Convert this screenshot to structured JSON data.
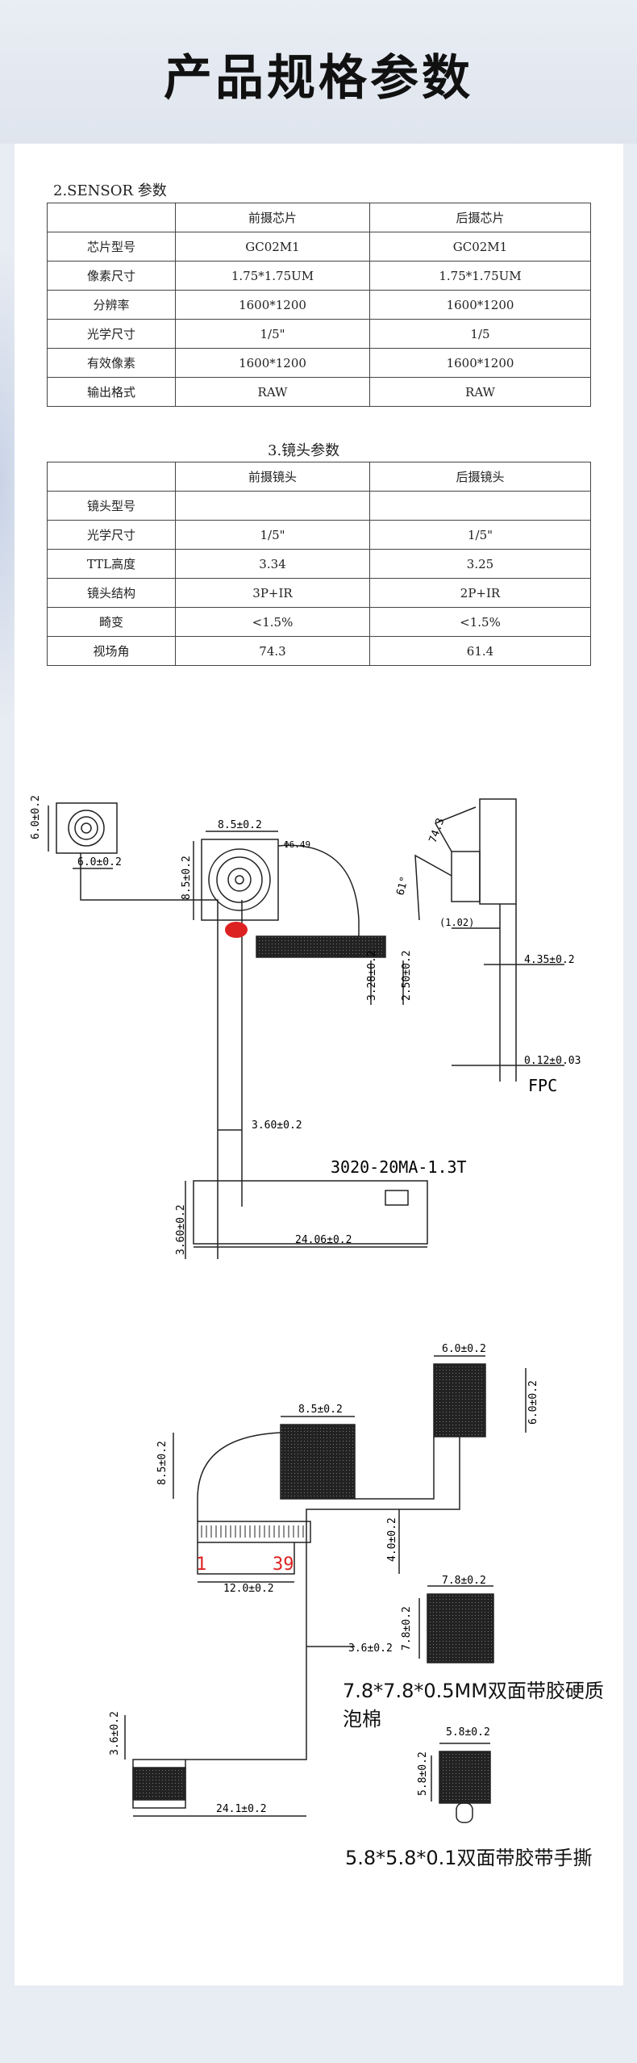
{
  "page": {
    "title": "产品规格参数"
  },
  "sensor": {
    "label": "2.SENSOR 参数",
    "headers": [
      "",
      "前摄芯片",
      "后摄芯片"
    ],
    "rows": [
      [
        "芯片型号",
        "GC02M1",
        "GC02M1"
      ],
      [
        "像素尺寸",
        "1.75*1.75UM",
        "1.75*1.75UM"
      ],
      [
        "分辨率",
        "1600*1200",
        "1600*1200"
      ],
      [
        "光学尺寸",
        "1/5\"",
        "1/5"
      ],
      [
        "有效像素",
        "1600*1200",
        "1600*1200"
      ],
      [
        "输出格式",
        "RAW",
        "RAW"
      ]
    ]
  },
  "lens": {
    "label": "3.镜头参数",
    "headers": [
      "",
      "前摄镜头",
      "后摄镜头"
    ],
    "rows": [
      [
        "镜头型号",
        "",
        ""
      ],
      [
        "光学尺寸",
        "1/5\"",
        "1/5\""
      ],
      [
        "TTL高度",
        "3.34",
        "3.25"
      ],
      [
        "镜头结构",
        "3P+IR",
        "2P+IR"
      ],
      [
        "畸变",
        "<1.5%",
        "<1.5%"
      ],
      [
        "视场角",
        "74.3",
        "61.4"
      ]
    ]
  },
  "drawing1": {
    "dim_6_0": "6.0±0.2",
    "dim_6_0b": "6.0±0.2",
    "dim_8_5": "8.5±0.2",
    "dim_8_5v": "8.5±0.2",
    "dim_phi": "Φ6.49",
    "dim_3_28": "3.28±0.2",
    "dim_2_50": "2.50±0.2",
    "dim_3_60": "3.60±0.2",
    "dim_3_60v": "3.60±0.2",
    "dim_24_06": "24.06±0.2",
    "part_no": "3020-20MA-1.3T",
    "angle_74": "74.3",
    "angle_61": "61°",
    "dim_1_02": "(1.02)",
    "dim_4_35": "4.35±0.2",
    "dim_0_12": "0.12±0.03",
    "fpc": "FPC"
  },
  "drawing2": {
    "dim_6_0": "6.0±0.2",
    "dim_6_0v": "6.0±0.2",
    "dim_8_5": "8.5±0.2",
    "dim_8_5v": "8.5±0.2",
    "dim_4_0": "4.0±0.2",
    "pin_1": "1",
    "pin_39": "39",
    "dim_12_0": "12.0±0.2",
    "dim_7_8": "7.8±0.2",
    "dim_7_8v": "7.8±0.2",
    "dim_3_6": "3.6±0.2",
    "dim_3_6v": "3.6±0.2",
    "dim_24_1": "24.1±0.2",
    "dim_5_8": "5.8±0.2",
    "dim_5_8v": "5.8±0.2",
    "note_foam": "7.8*7.8*0.5MM双面带胶硬质泡棉",
    "note_tape": "5.8*5.8*0.1双面带胶带手撕"
  }
}
